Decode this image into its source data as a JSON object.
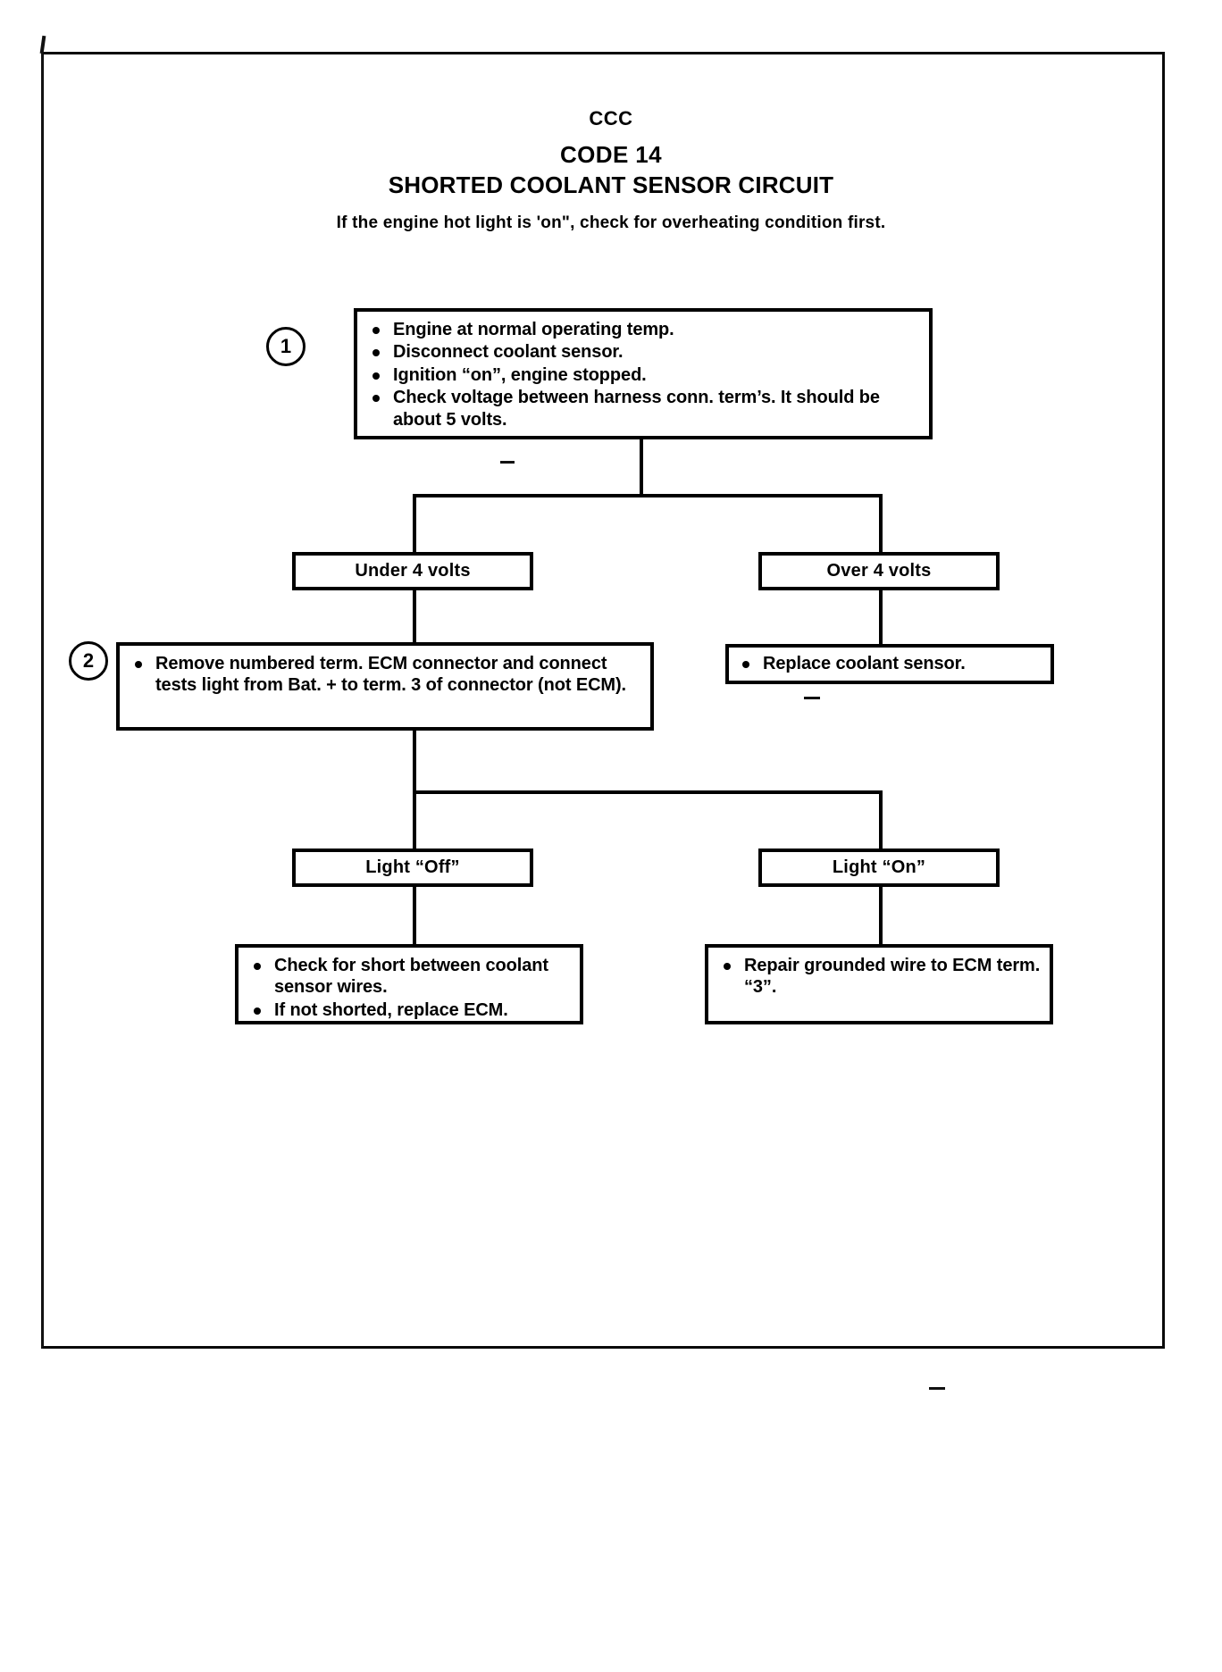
{
  "header": {
    "system": "CCC",
    "code": "CODE 14",
    "title": "SHORTED COOLANT SENSOR CIRCUIT",
    "note": "If the engine hot light is 'on\", check for overheating condition first."
  },
  "steps": {
    "step1_number": "1",
    "step2_number": "2"
  },
  "boxes": {
    "step1": {
      "bullets": [
        "Engine at normal operating temp.",
        "Disconnect coolant sensor.",
        "Ignition “on”, engine stopped.",
        "Check voltage between harness conn. term’s.  It should be about 5 volts."
      ]
    },
    "branch_under": {
      "label": "Under 4 volts"
    },
    "branch_over": {
      "label": "Over 4 volts"
    },
    "step2": {
      "bullets": [
        "Remove numbered term. ECM connector and connect tests light from Bat.  +  to term. 3 of connector (not ECM)."
      ]
    },
    "replace_sensor": {
      "bullets": [
        "Replace coolant  sensor."
      ]
    },
    "branch_light_off": {
      "label": "Light “Off”"
    },
    "branch_light_on": {
      "label": "Light “On”"
    },
    "result_short": {
      "bullets": [
        "Check for short between coolant sensor wires.",
        "If not shorted, replace ECM."
      ]
    },
    "result_grounded": {
      "bullets": [
        "Repair grounded wire to ECM term. “3”."
      ]
    }
  },
  "colors": {
    "ink": "#000000",
    "paper": "#ffffff"
  }
}
